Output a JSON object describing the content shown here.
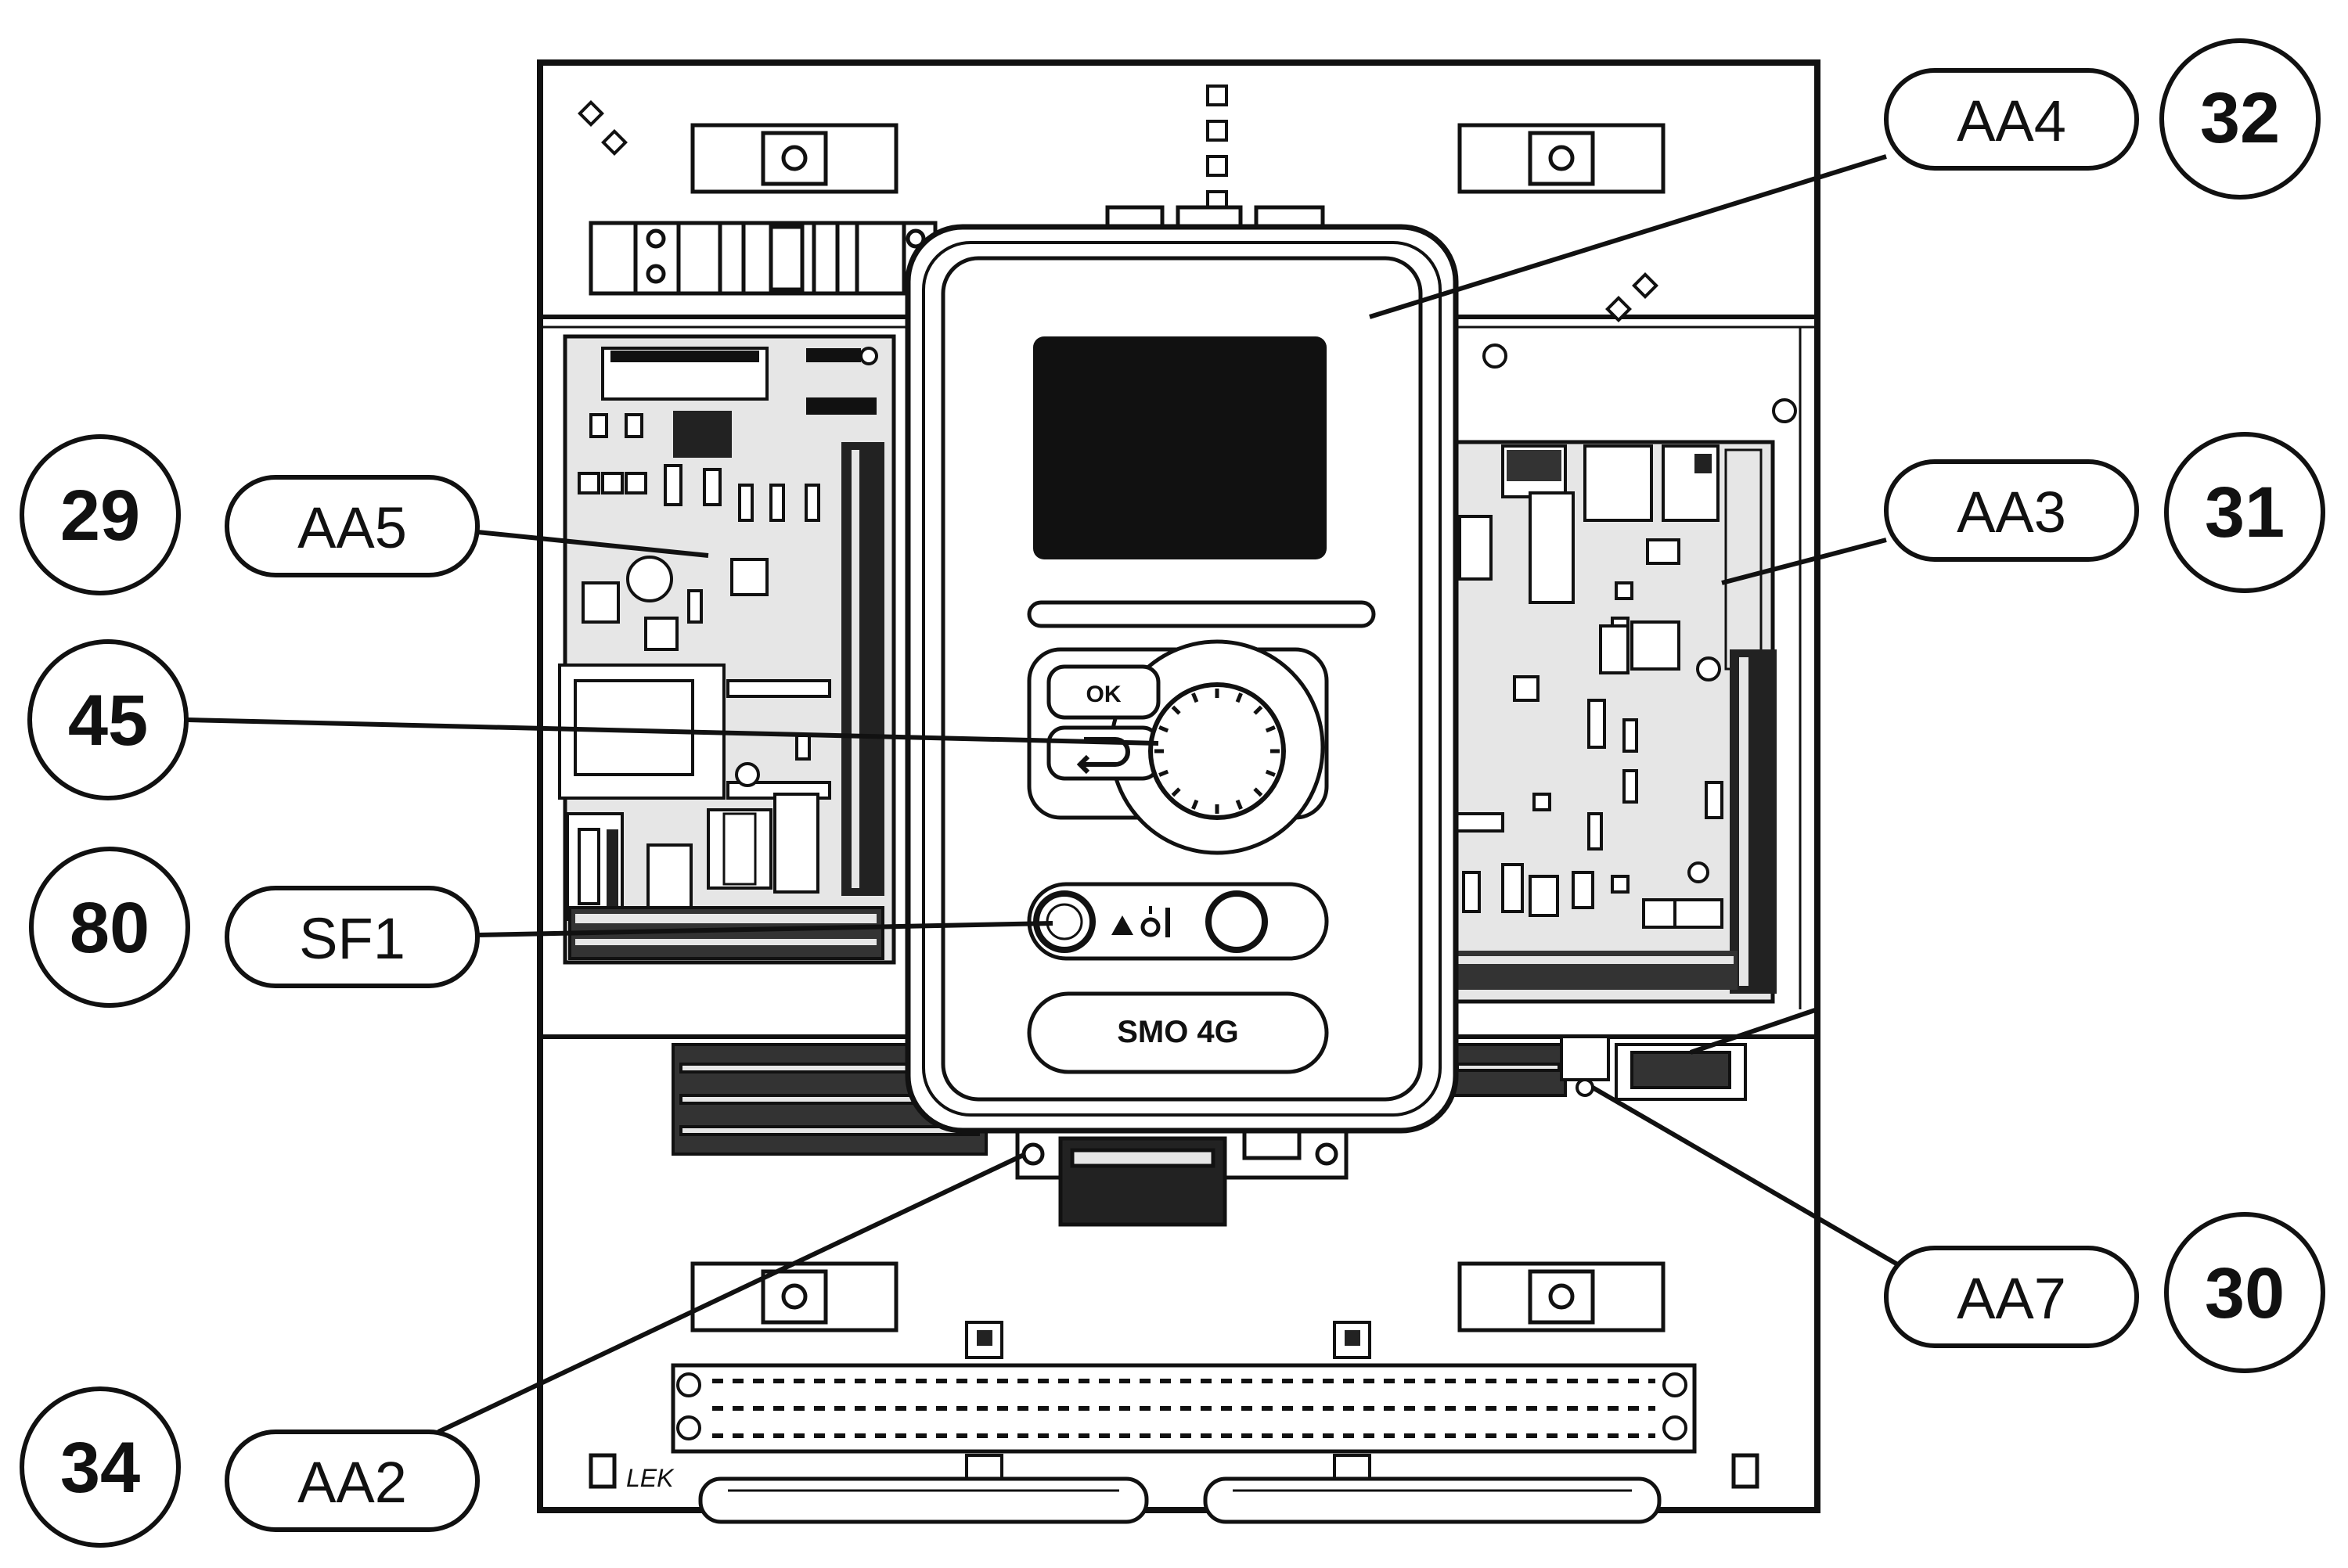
{
  "diagram": {
    "callouts": [
      {
        "id": "aa4",
        "code": "AA4",
        "number": "32"
      },
      {
        "id": "aa3",
        "code": "AA3",
        "number": "31"
      },
      {
        "id": "aa5",
        "code": "AA5",
        "number": "29"
      },
      {
        "id": "knob",
        "code": "",
        "number": "45"
      },
      {
        "id": "sf1",
        "code": "SF1",
        "number": "80"
      },
      {
        "id": "aa7",
        "code": "AA7",
        "number": "30"
      },
      {
        "id": "aa2",
        "code": "AA2",
        "number": "34"
      }
    ],
    "panel": {
      "ok_label": "OK",
      "model_label": "SMO 4G",
      "maker_mark": "LEK"
    }
  }
}
